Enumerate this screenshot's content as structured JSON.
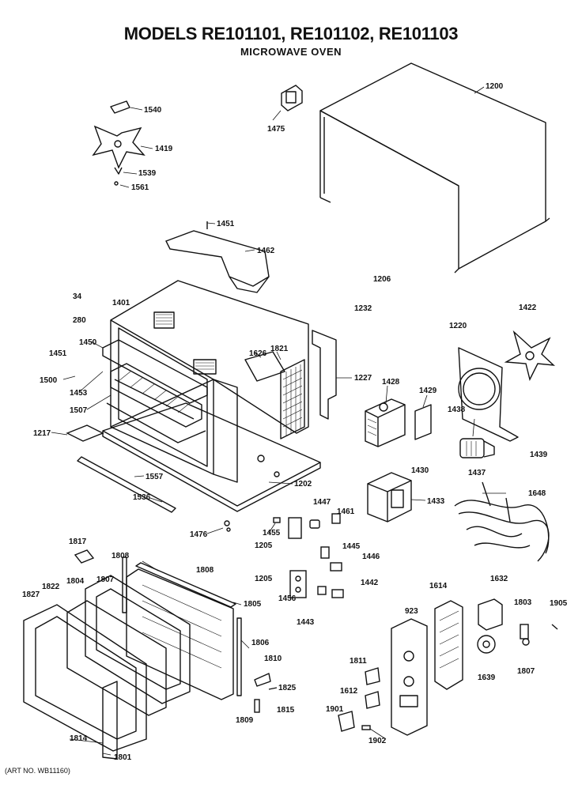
{
  "header": {
    "title": "MODELS RE101101, RE101102, RE101103",
    "subtitle": "MICROWAVE OVEN"
  },
  "footer": {
    "art_no": "(ART NO. WB11160)"
  },
  "part_labels": [
    {
      "id": "p1540",
      "text": "1540"
    },
    {
      "id": "p1419",
      "text": "1419"
    },
    {
      "id": "p1539",
      "text": "1539"
    },
    {
      "id": "p1561",
      "text": "1561"
    },
    {
      "id": "p1475",
      "text": "1475"
    },
    {
      "id": "p1200",
      "text": "1200"
    },
    {
      "id": "p1451a",
      "text": "1451"
    },
    {
      "id": "p1462",
      "text": "1462"
    },
    {
      "id": "p1206",
      "text": "1206"
    },
    {
      "id": "p1232",
      "text": "1232"
    },
    {
      "id": "p1422",
      "text": "1422"
    },
    {
      "id": "p34",
      "text": "34"
    },
    {
      "id": "p1401",
      "text": "1401"
    },
    {
      "id": "p280",
      "text": "280"
    },
    {
      "id": "p1450",
      "text": "1450"
    },
    {
      "id": "p1451b",
      "text": "1451"
    },
    {
      "id": "p1626",
      "text": "1626"
    },
    {
      "id": "p1821",
      "text": "1821"
    },
    {
      "id": "p1220",
      "text": "1220"
    },
    {
      "id": "p1500",
      "text": "1500"
    },
    {
      "id": "p1453",
      "text": "1453"
    },
    {
      "id": "p1227",
      "text": "1227"
    },
    {
      "id": "p1428",
      "text": "1428"
    },
    {
      "id": "p1429",
      "text": "1429"
    },
    {
      "id": "p1507",
      "text": "1507"
    },
    {
      "id": "p1438",
      "text": "1438"
    },
    {
      "id": "p1217",
      "text": "1217"
    },
    {
      "id": "p1430",
      "text": "1430"
    },
    {
      "id": "p1437",
      "text": "1437"
    },
    {
      "id": "p1439",
      "text": "1439"
    },
    {
      "id": "p1557",
      "text": "1557"
    },
    {
      "id": "p1202",
      "text": "1202"
    },
    {
      "id": "p1536",
      "text": "1536"
    },
    {
      "id": "p1433",
      "text": "1433"
    },
    {
      "id": "p1648",
      "text": "1648"
    },
    {
      "id": "p1447",
      "text": "1447"
    },
    {
      "id": "p1461",
      "text": "1461"
    },
    {
      "id": "p1476",
      "text": "1476"
    },
    {
      "id": "p1455",
      "text": "1455"
    },
    {
      "id": "p1205a",
      "text": "1205"
    },
    {
      "id": "p1817",
      "text": "1817"
    },
    {
      "id": "p1445",
      "text": "1445"
    },
    {
      "id": "p1808a",
      "text": "1808"
    },
    {
      "id": "p1808b",
      "text": "1808"
    },
    {
      "id": "p1446",
      "text": "1446"
    },
    {
      "id": "p1205b",
      "text": "1205"
    },
    {
      "id": "p1822",
      "text": "1822"
    },
    {
      "id": "p1804",
      "text": "1804"
    },
    {
      "id": "p1807",
      "text": "1807"
    },
    {
      "id": "p1805",
      "text": "1805"
    },
    {
      "id": "p1614",
      "text": "1614"
    },
    {
      "id": "p1632",
      "text": "1632"
    },
    {
      "id": "p1442",
      "text": "1442"
    },
    {
      "id": "p1827",
      "text": "1827"
    },
    {
      "id": "p1456",
      "text": "1456"
    },
    {
      "id": "p923",
      "text": "923"
    },
    {
      "id": "p1803",
      "text": "1803"
    },
    {
      "id": "p1905",
      "text": "1905"
    },
    {
      "id": "p1443",
      "text": "1443"
    },
    {
      "id": "p1806",
      "text": "1806"
    },
    {
      "id": "p1810",
      "text": "1810"
    },
    {
      "id": "p1811",
      "text": "1811"
    },
    {
      "id": "p1639",
      "text": "1639"
    },
    {
      "id": "p1807b",
      "text": "1807"
    },
    {
      "id": "p1825",
      "text": "1825"
    },
    {
      "id": "p1612",
      "text": "1612"
    },
    {
      "id": "p1815",
      "text": "1815"
    },
    {
      "id": "p1809",
      "text": "1809"
    },
    {
      "id": "p1901",
      "text": "1901"
    },
    {
      "id": "p1814",
      "text": "1814"
    },
    {
      "id": "p1902",
      "text": "1902"
    },
    {
      "id": "p1801",
      "text": "1801"
    }
  ]
}
